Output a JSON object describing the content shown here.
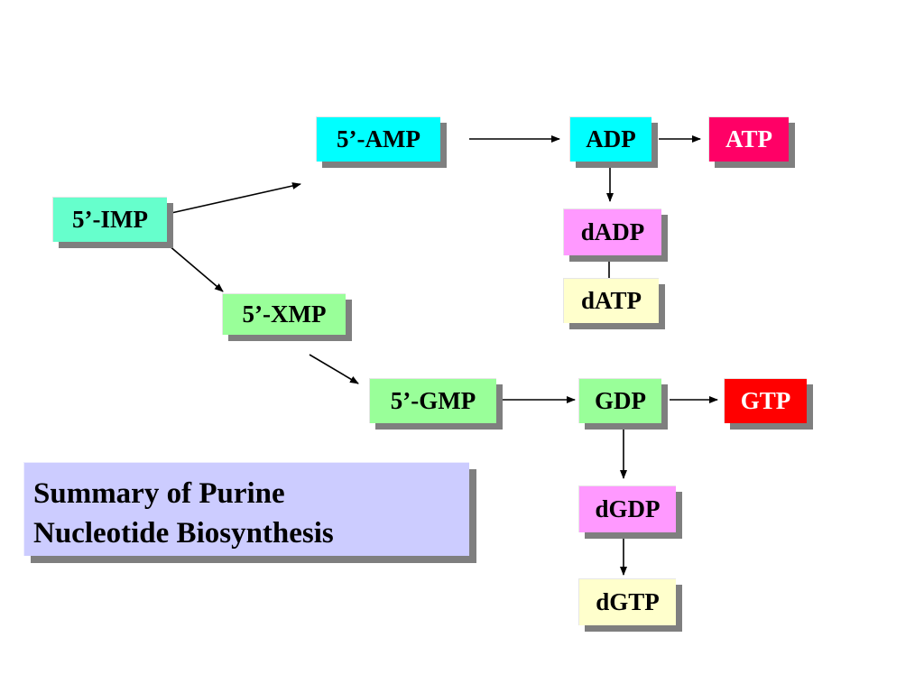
{
  "colors": {
    "cyan": "#00ffff",
    "pink_red": "#ff0066",
    "mint": "#66ffcc",
    "light_green": "#99ff99",
    "violet_pink": "#ff99ff",
    "light_yellow": "#ffffcc",
    "red": "#ff0000",
    "lavender": "#ccccff",
    "shadow": "#7f7f7f",
    "arrow": "#000000"
  },
  "nodes": {
    "amp": {
      "label": "5’-AMP",
      "color": "#00ffff"
    },
    "adp": {
      "label": "ADP",
      "color": "#00ffff"
    },
    "atp": {
      "label": "ATP",
      "color": "#ff0066",
      "text_color": "#ffffff"
    },
    "imp": {
      "label": "5’-IMP",
      "color": "#66ffcc"
    },
    "dadp": {
      "label": "dADP",
      "color": "#ff99ff"
    },
    "datp": {
      "label": "dATP",
      "color": "#ffffcc"
    },
    "xmp": {
      "label": "5’-XMP",
      "color": "#99ff99"
    },
    "gmp": {
      "label": "5’-GMP",
      "color": "#99ff99"
    },
    "gdp": {
      "label": "GDP",
      "color": "#99ff99"
    },
    "gtp": {
      "label": "GTP",
      "color": "#ff0000",
      "text_color": "#ffffff"
    },
    "dgdp": {
      "label": "dGDP",
      "color": "#ff99ff"
    },
    "dgtp": {
      "label": "dGTP",
      "color": "#ffffcc"
    }
  },
  "title": {
    "line1": "Summary of Purine",
    "line2": "Nucleotide Biosynthesis",
    "color": "#ccccff"
  },
  "edges": [
    {
      "from": "imp",
      "to": "amp",
      "arrow": true
    },
    {
      "from": "imp",
      "to": "xmp",
      "arrow": true
    },
    {
      "from": "xmp",
      "to": "gmp",
      "arrow": true
    },
    {
      "from": "amp",
      "to": "adp",
      "arrow": true
    },
    {
      "from": "adp",
      "to": "atp",
      "arrow": true
    },
    {
      "from": "adp",
      "to": "dadp",
      "arrow": true
    },
    {
      "from": "dadp",
      "to": "datp",
      "arrow": false
    },
    {
      "from": "gmp",
      "to": "gdp",
      "arrow": true
    },
    {
      "from": "gdp",
      "to": "gtp",
      "arrow": true
    },
    {
      "from": "gdp",
      "to": "dgdp",
      "arrow": true
    },
    {
      "from": "dgdp",
      "to": "dgtp",
      "arrow": true
    }
  ]
}
